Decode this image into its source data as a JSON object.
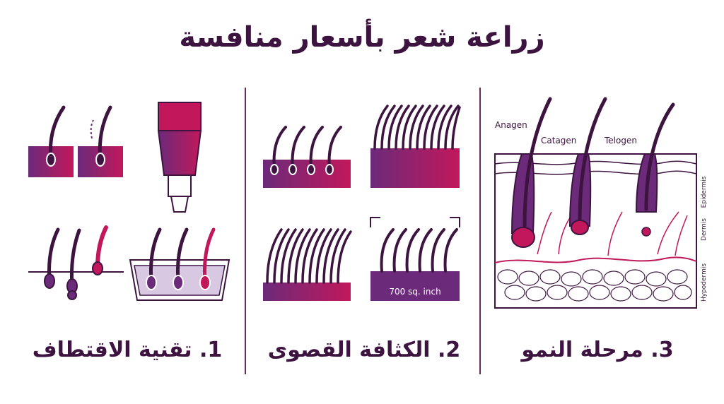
{
  "title": "زراعة شعر بأسعار منافسة",
  "panels": [
    {
      "label": "1. تقنية الاقتطاف"
    },
    {
      "label": "2. الكثافة القصوى",
      "density_caption": "700 sq. inch"
    },
    {
      "label": "3. مرحلة النمو",
      "phases": [
        "Anagen",
        "Catagen",
        "Telogen"
      ],
      "layers": [
        "Epidermis",
        "Dermis",
        "Hypodermis"
      ]
    }
  ],
  "colors": {
    "dark": "#3d1440",
    "purple": "#6b2a7a",
    "magenta": "#c2185b",
    "lilac": "#d9c8e2"
  }
}
